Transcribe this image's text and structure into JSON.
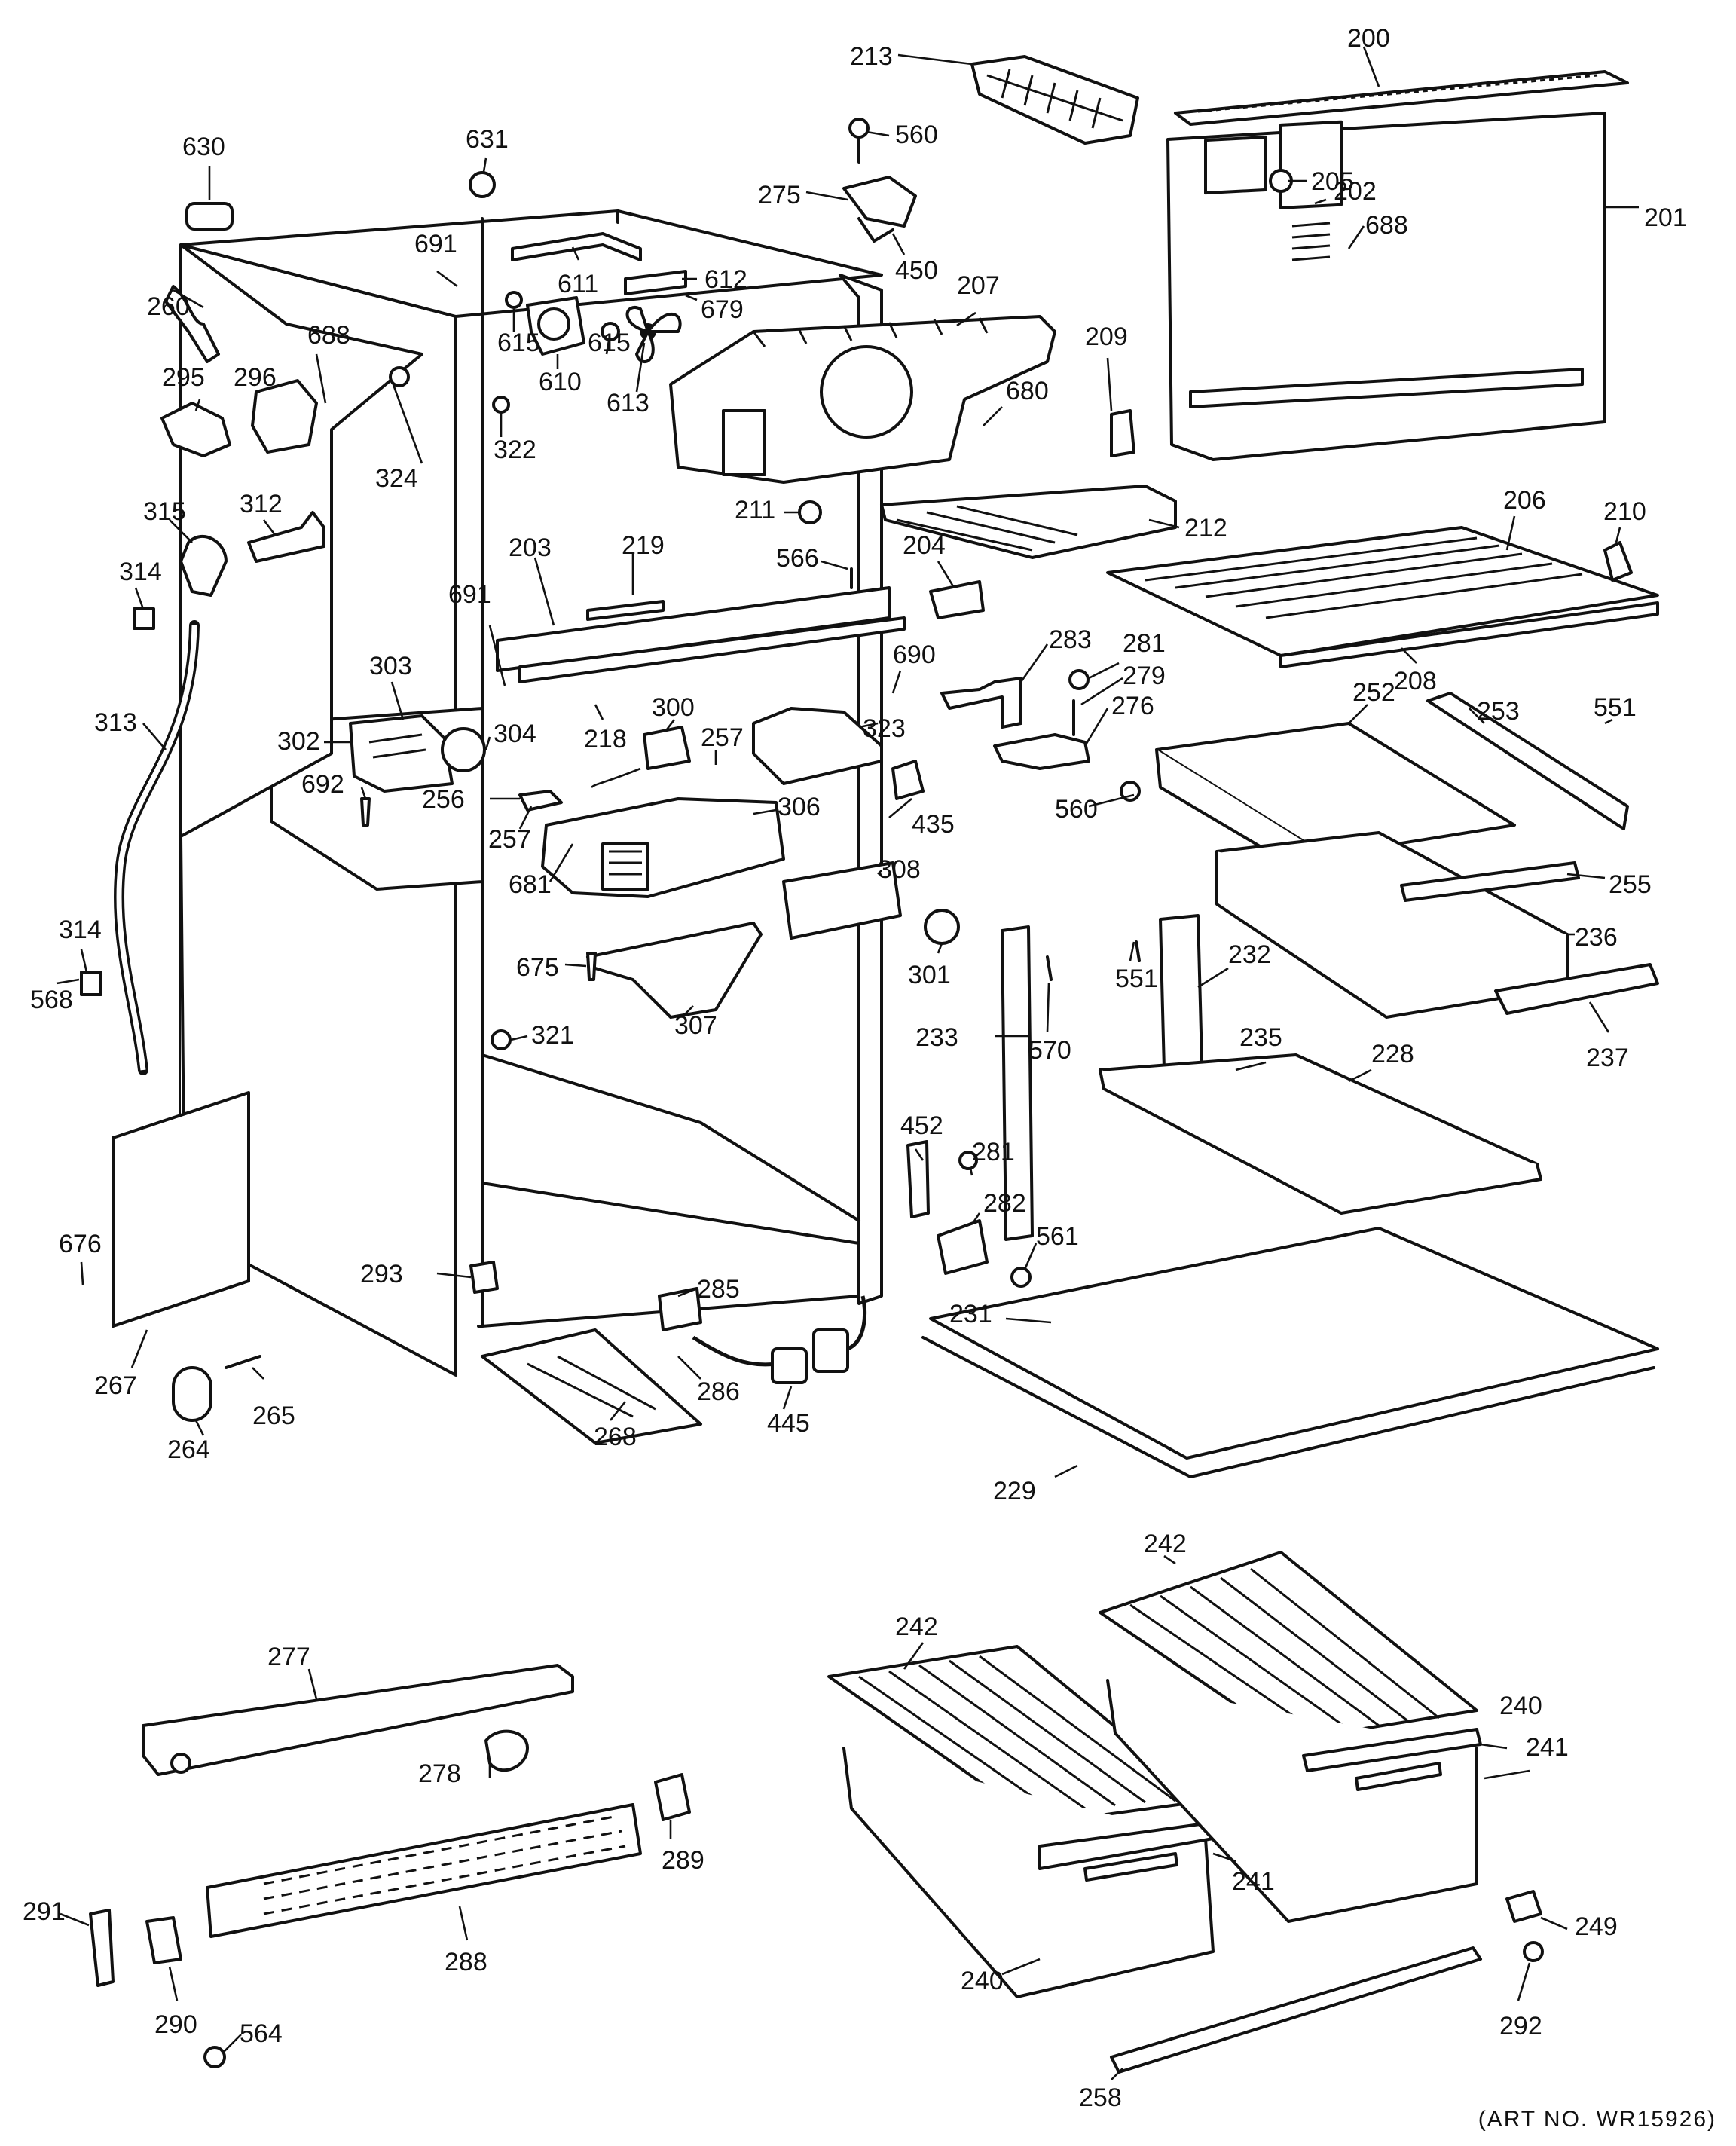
{
  "art_number": "(ART NO. WR15926)",
  "callouts": [
    {
      "id": "c200",
      "text": "200"
    },
    {
      "id": "c213",
      "text": "213"
    },
    {
      "id": "c560a",
      "text": "560"
    },
    {
      "id": "c630",
      "text": "630"
    },
    {
      "id": "c631",
      "text": "631"
    },
    {
      "id": "c275",
      "text": "275"
    },
    {
      "id": "c205",
      "text": "205"
    },
    {
      "id": "c202",
      "text": "202"
    },
    {
      "id": "c201",
      "text": "201"
    },
    {
      "id": "c688a",
      "text": "688"
    },
    {
      "id": "c691a",
      "text": "691"
    },
    {
      "id": "c611",
      "text": "611"
    },
    {
      "id": "c612",
      "text": "612"
    },
    {
      "id": "c450",
      "text": "450"
    },
    {
      "id": "c207",
      "text": "207"
    },
    {
      "id": "c260",
      "text": "260"
    },
    {
      "id": "c679",
      "text": "679"
    },
    {
      "id": "c615a",
      "text": "615"
    },
    {
      "id": "c615b",
      "text": "615"
    },
    {
      "id": "c209",
      "text": "209"
    },
    {
      "id": "c610",
      "text": "610"
    },
    {
      "id": "c613",
      "text": "613"
    },
    {
      "id": "c688b",
      "text": "688"
    },
    {
      "id": "c295",
      "text": "295"
    },
    {
      "id": "c296",
      "text": "296"
    },
    {
      "id": "c680",
      "text": "680"
    },
    {
      "id": "c322",
      "text": "322"
    },
    {
      "id": "c324",
      "text": "324"
    },
    {
      "id": "c315",
      "text": "315"
    },
    {
      "id": "c312",
      "text": "312"
    },
    {
      "id": "c211",
      "text": "211"
    },
    {
      "id": "c212",
      "text": "212"
    },
    {
      "id": "c206",
      "text": "206"
    },
    {
      "id": "c210",
      "text": "210"
    },
    {
      "id": "c203",
      "text": "203"
    },
    {
      "id": "c219",
      "text": "219"
    },
    {
      "id": "c566",
      "text": "566"
    },
    {
      "id": "c204",
      "text": "204"
    },
    {
      "id": "c314a",
      "text": "314"
    },
    {
      "id": "c691b",
      "text": "691"
    },
    {
      "id": "c283",
      "text": "283"
    },
    {
      "id": "c281a",
      "text": "281"
    },
    {
      "id": "c208",
      "text": "208"
    },
    {
      "id": "c303",
      "text": "303"
    },
    {
      "id": "c690",
      "text": "690"
    },
    {
      "id": "c279",
      "text": "279"
    },
    {
      "id": "c300",
      "text": "300"
    },
    {
      "id": "c323",
      "text": "323"
    },
    {
      "id": "c276",
      "text": "276"
    },
    {
      "id": "c252",
      "text": "252"
    },
    {
      "id": "c253",
      "text": "253"
    },
    {
      "id": "c551a",
      "text": "551"
    },
    {
      "id": "c313",
      "text": "313"
    },
    {
      "id": "c302",
      "text": "302"
    },
    {
      "id": "c304",
      "text": "304"
    },
    {
      "id": "c218",
      "text": "218"
    },
    {
      "id": "c257a",
      "text": "257"
    },
    {
      "id": "c692",
      "text": "692"
    },
    {
      "id": "c256",
      "text": "256"
    },
    {
      "id": "c306",
      "text": "306"
    },
    {
      "id": "c560b",
      "text": "560"
    },
    {
      "id": "c435",
      "text": "435"
    },
    {
      "id": "c257b",
      "text": "257"
    },
    {
      "id": "c308",
      "text": "308"
    },
    {
      "id": "c255",
      "text": "255"
    },
    {
      "id": "c681",
      "text": "681"
    },
    {
      "id": "c314b",
      "text": "314"
    },
    {
      "id": "c236",
      "text": "236"
    },
    {
      "id": "c232",
      "text": "232"
    },
    {
      "id": "c675",
      "text": "675"
    },
    {
      "id": "c301",
      "text": "301"
    },
    {
      "id": "c551b",
      "text": "551"
    },
    {
      "id": "c568",
      "text": "568"
    },
    {
      "id": "c307",
      "text": "307"
    },
    {
      "id": "c233",
      "text": "233"
    },
    {
      "id": "c570",
      "text": "570"
    },
    {
      "id": "c235",
      "text": "235"
    },
    {
      "id": "c228",
      "text": "228"
    },
    {
      "id": "c237",
      "text": "237"
    },
    {
      "id": "c321",
      "text": "321"
    },
    {
      "id": "c452",
      "text": "452"
    },
    {
      "id": "c281b",
      "text": "281"
    },
    {
      "id": "c282",
      "text": "282"
    },
    {
      "id": "c676",
      "text": "676"
    },
    {
      "id": "c561",
      "text": "561"
    },
    {
      "id": "c293",
      "text": "293"
    },
    {
      "id": "c285",
      "text": "285"
    },
    {
      "id": "c231",
      "text": "231"
    },
    {
      "id": "c267",
      "text": "267"
    },
    {
      "id": "c265",
      "text": "265"
    },
    {
      "id": "c286",
      "text": "286"
    },
    {
      "id": "c445",
      "text": "445"
    },
    {
      "id": "c264",
      "text": "264"
    },
    {
      "id": "c268",
      "text": "268"
    },
    {
      "id": "c229",
      "text": "229"
    },
    {
      "id": "c242a",
      "text": "242"
    },
    {
      "id": "c242b",
      "text": "242"
    },
    {
      "id": "c277",
      "text": "277"
    },
    {
      "id": "c240a",
      "text": "240"
    },
    {
      "id": "c241a",
      "text": "241"
    },
    {
      "id": "c278",
      "text": "278"
    },
    {
      "id": "c289",
      "text": "289"
    },
    {
      "id": "c241b",
      "text": "241"
    },
    {
      "id": "c249",
      "text": "249"
    },
    {
      "id": "c291",
      "text": "291"
    },
    {
      "id": "c288",
      "text": "288"
    },
    {
      "id": "c240b",
      "text": "240"
    },
    {
      "id": "c290",
      "text": "290"
    },
    {
      "id": "c292",
      "text": "292"
    },
    {
      "id": "c564",
      "text": "564"
    },
    {
      "id": "c258",
      "text": "258"
    }
  ]
}
